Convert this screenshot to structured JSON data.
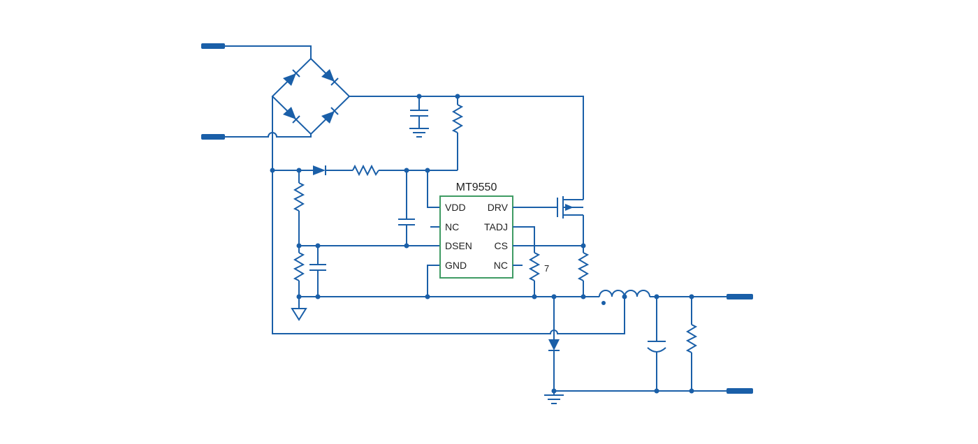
{
  "schematic": {
    "ic": {
      "title": "MT9550",
      "left_pins": [
        "VDD",
        "NC",
        "DSEN",
        "GND"
      ],
      "right_pins": [
        "DRV",
        "TADJ",
        "CS",
        "NC"
      ]
    },
    "labels": {
      "tadj_resistor_value": "7"
    },
    "colors": {
      "wire": "#1A5FA8",
      "ic_border": "#3E9B63",
      "text": "#1F1F1F",
      "background": "#FFFFFF"
    },
    "components": [
      "input-terminal-line",
      "input-terminal-neutral",
      "bridge-rectifier",
      "input-filter-capacitor",
      "earth-ground-input",
      "startup-resistor",
      "feed-diode",
      "feed-resistor",
      "vdd-capacitor",
      "dsen-capacitor",
      "divider-resistor-upper",
      "divider-resistor-lower",
      "signal-ground-arrow",
      "ic-mt9550",
      "external-mosfet",
      "tadj-set-resistor",
      "current-sense-resistor",
      "freewheel-diode",
      "tapped-inductor",
      "output-capacitor",
      "output-load-resistor",
      "earth-ground-output",
      "output-terminal-positive",
      "output-terminal-negative"
    ]
  }
}
